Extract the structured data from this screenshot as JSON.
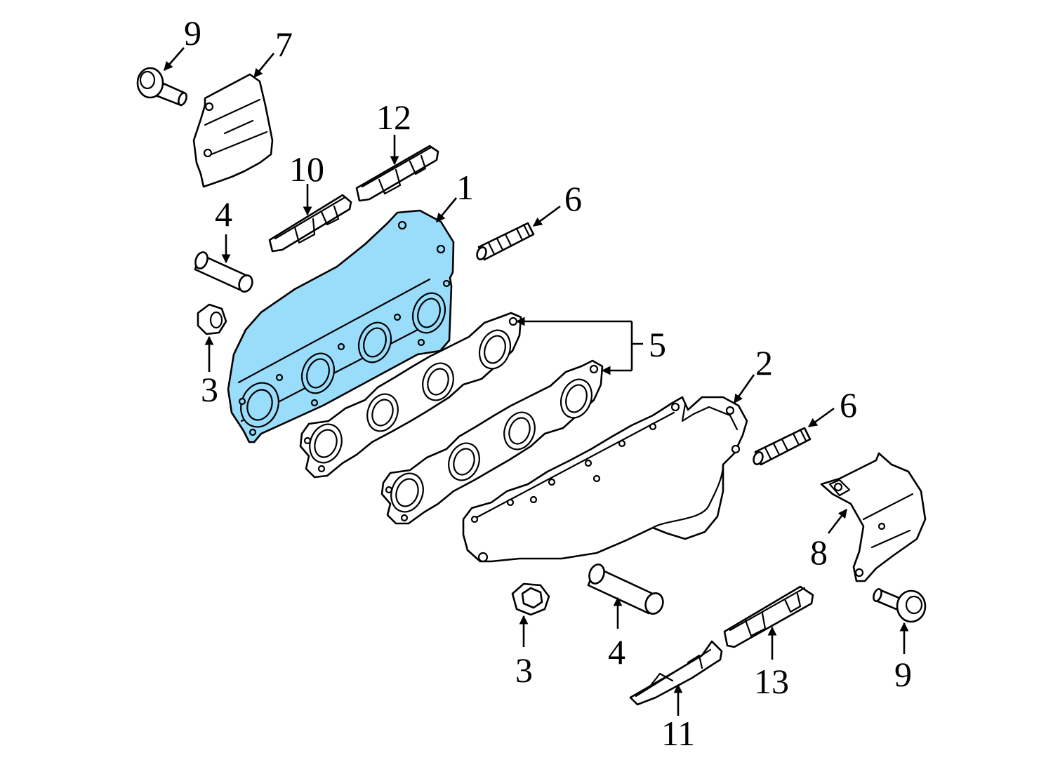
{
  "diagram": {
    "highlight_color": "#99ddfa",
    "line_color": "#000000",
    "callouts": {
      "c1": "1",
      "c2": "2",
      "c3a": "3",
      "c3b": "3",
      "c4a": "4",
      "c4b": "4",
      "c5": "5",
      "c6a": "6",
      "c6b": "6",
      "c7": "7",
      "c8": "8",
      "c9a": "9",
      "c9b": "9",
      "c10": "10",
      "c11": "11",
      "c12": "12",
      "c13": "13"
    }
  }
}
